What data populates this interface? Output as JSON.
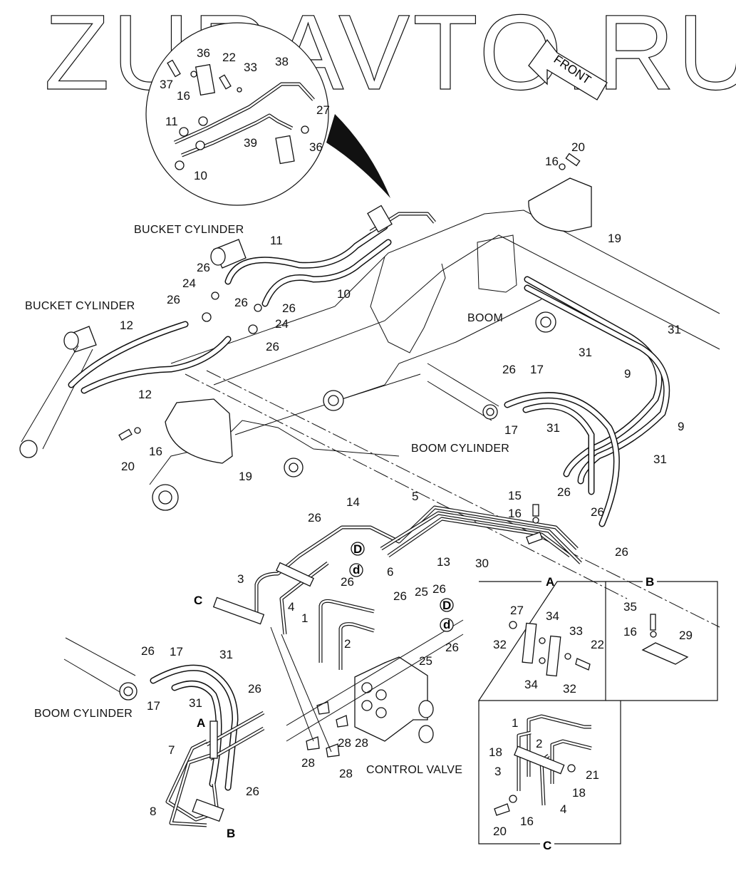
{
  "watermark": "ZURAVTO.RU",
  "front_arrow": {
    "label": "FRONT",
    "icon": "front-direction-arrow-icon"
  },
  "captions": {
    "bucket_cylinder_upper": "BUCKET CYLINDER",
    "bucket_cylinder_left": "BUCKET CYLINDER",
    "boom": "BOOM",
    "boom_cylinder_right": "BOOM CYLINDER",
    "boom_cylinder_left": "BOOM CYLINDER",
    "control_valve": "CONTROL VALVE"
  },
  "detail_circle": {
    "callouts": [
      "37",
      "36",
      "22",
      "33",
      "38",
      "16",
      "11",
      "27",
      "39",
      "36",
      "10"
    ]
  },
  "main_callouts": {
    "upper": [
      "16",
      "20",
      "19",
      "11",
      "10",
      "26",
      "24",
      "26",
      "26",
      "26",
      "24",
      "26",
      "12",
      "12",
      "31",
      "31",
      "9",
      "9",
      "26",
      "17",
      "17",
      "31",
      "31",
      "20",
      "16",
      "19"
    ],
    "middle": [
      "15",
      "16",
      "26",
      "26",
      "26",
      "14",
      "5",
      "26",
      "3",
      "D",
      "d",
      "6",
      "13",
      "30",
      "26",
      "4",
      "C",
      "1",
      "2",
      "26",
      "25",
      "26",
      "D",
      "d",
      "26",
      "25"
    ],
    "lower": [
      "26",
      "17",
      "31",
      "17",
      "31",
      "26",
      "A",
      "7",
      "8",
      "B",
      "26",
      "28",
      "28",
      "28",
      "28"
    ]
  },
  "detail_boxes": {
    "A": {
      "title": "A",
      "callouts": [
        "27",
        "34",
        "33",
        "32",
        "22",
        "34",
        "32"
      ]
    },
    "B": {
      "title": "B",
      "callouts": [
        "35",
        "16",
        "29"
      ]
    },
    "C": {
      "title": "C",
      "callouts": [
        "1",
        "2",
        "18",
        "3",
        "21",
        "18",
        "4",
        "20",
        "16"
      ]
    }
  }
}
